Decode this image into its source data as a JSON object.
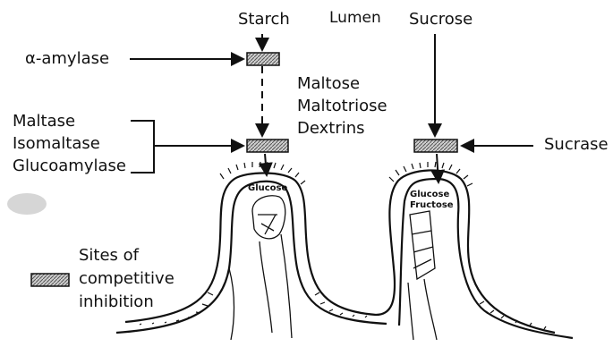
{
  "labels": {
    "starch": "Starch",
    "lumen": "Lumen",
    "sucrose": "Sucrose",
    "alpha_amylase": "α-amylase",
    "maltose": "Maltose",
    "maltotriose": "Maltotriose",
    "dextrins": "Dextrins",
    "maltase": "Maltase",
    "isomaltase": "Isomaltase",
    "glucoamylase": "Glucoamylase",
    "sucrase": "Sucrase",
    "glucose_left": "Glucose",
    "glucose_right": "Glucose",
    "fructose": "Fructose"
  },
  "legend": {
    "line1": "Sites of",
    "line2": "competitive",
    "line3": "inhibition"
  },
  "colors": {
    "ink": "#111111",
    "hatch_fill": "#8a8a8a",
    "smudge": "#d6d6d6"
  }
}
